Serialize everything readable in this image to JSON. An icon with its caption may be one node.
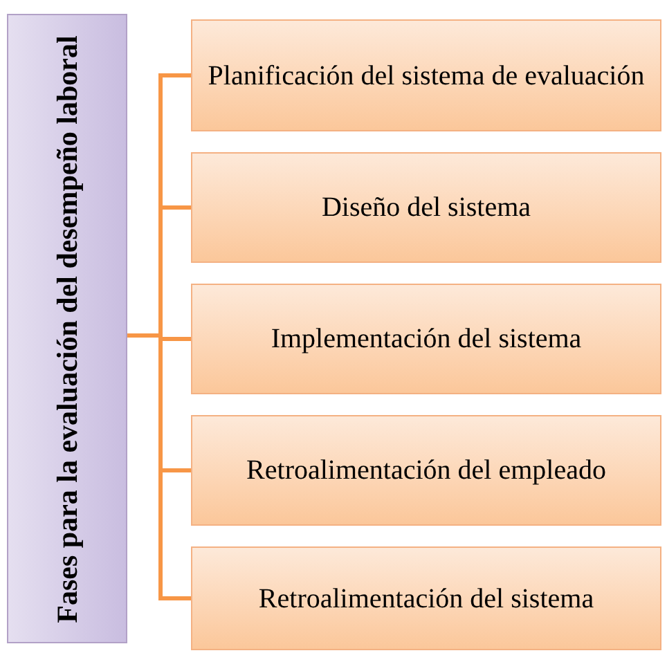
{
  "diagram": {
    "nodes": [
      {
        "text": [
          "Fases para la evaluación del desempeño laboral"
        ]
      },
      {
        "text": [
          "Planificación del sistema de evaluación"
        ]
      },
      {
        "text": [
          "Diseño del sistema"
        ]
      },
      {
        "text": [
          "Implementación del sistema"
        ]
      },
      {
        "text": [
          "Retroalimentación del empleado"
        ]
      },
      {
        "text": [
          "Retroalimentación del sistema"
        ]
      }
    ],
    "edges": [
      {
        "from": 0,
        "to": 1,
        "arrow": "none"
      },
      {
        "from": 0,
        "to": 2,
        "arrow": "none"
      },
      {
        "from": 0,
        "to": 3,
        "arrow": "none"
      },
      {
        "from": 0,
        "to": 4,
        "arrow": "none"
      },
      {
        "from": 0,
        "to": 5,
        "arrow": "none"
      }
    ]
  }
}
